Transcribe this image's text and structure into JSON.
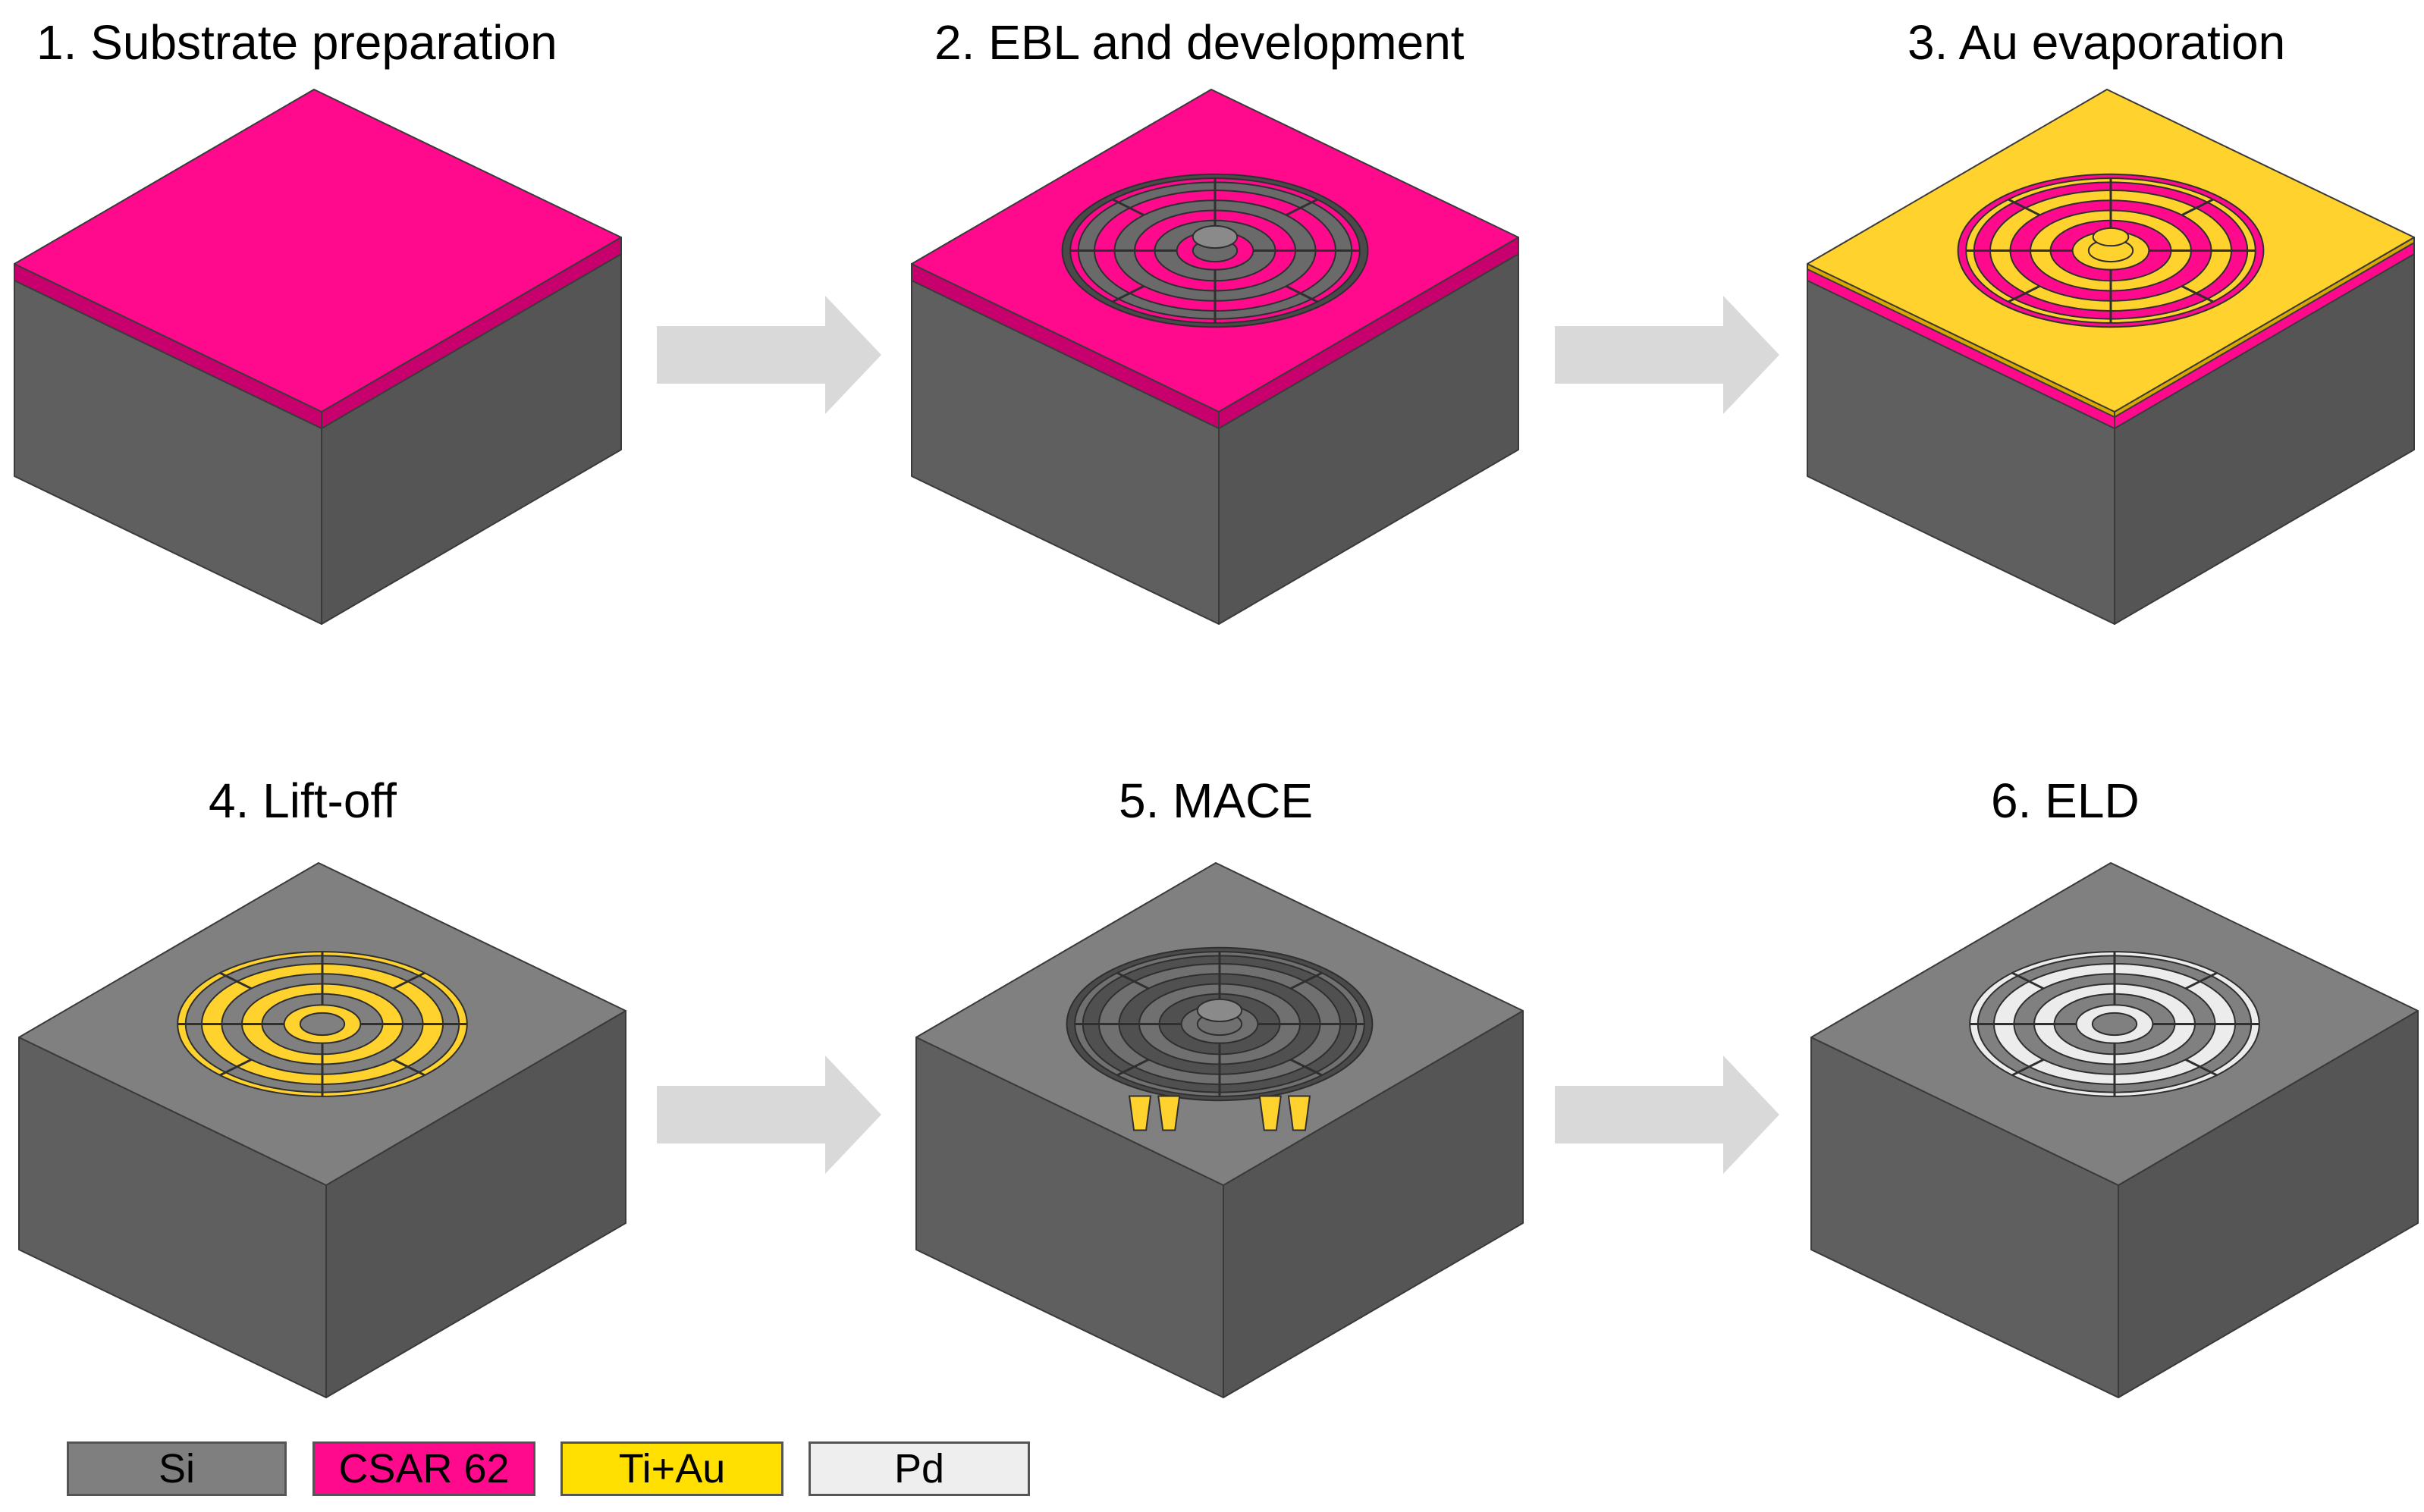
{
  "steps": [
    {
      "label": "1. Substrate preparation",
      "stage": "substrate"
    },
    {
      "label": "2. EBL and development",
      "stage": "ebl"
    },
    {
      "label": "3. Au evaporation",
      "stage": "au"
    },
    {
      "label": "4. Lift-off",
      "stage": "liftoff"
    },
    {
      "label": "5. MACE",
      "stage": "mace"
    },
    {
      "label": "6. ELD",
      "stage": "eld"
    }
  ],
  "legend": [
    {
      "label": "Si",
      "color": "#7f7f7f"
    },
    {
      "label": "CSAR 62",
      "color": "#ff0a8c"
    },
    {
      "label": "Ti+Au",
      "color": "#ffe000"
    },
    {
      "label": "Pd",
      "color": "#eeeeee"
    }
  ],
  "colors": {
    "si_top": "#808080",
    "si_left": "#5f5f5f",
    "si_right": "#555555",
    "resist": "#ff0a8c",
    "resist_side": "#c8006e",
    "gold": "#ffd22e",
    "gold_dark": "#d9a800",
    "pd": "#ececec",
    "arrow": "#d9d9d9",
    "hole": "#6a6a6a"
  }
}
